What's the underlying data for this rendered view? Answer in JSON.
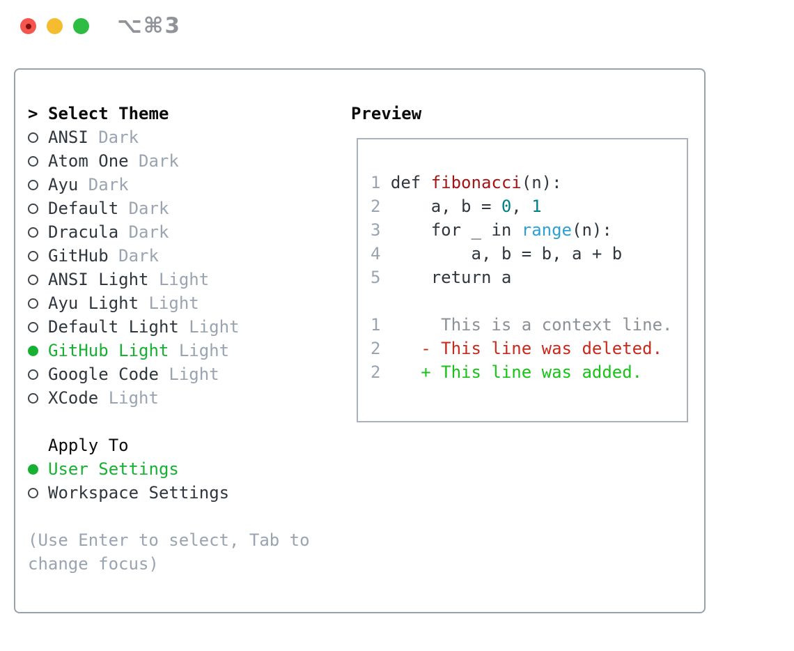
{
  "window": {
    "title": "⌥⌘3"
  },
  "theme_picker": {
    "header_prefix": ">",
    "header": "Select Theme",
    "items": [
      {
        "name": "ANSI",
        "variant": "Dark",
        "selected": false
      },
      {
        "name": "Atom One",
        "variant": "Dark",
        "selected": false
      },
      {
        "name": "Ayu",
        "variant": "Dark",
        "selected": false
      },
      {
        "name": "Default",
        "variant": "Dark",
        "selected": false
      },
      {
        "name": "Dracula",
        "variant": "Dark",
        "selected": false
      },
      {
        "name": "GitHub",
        "variant": "Dark",
        "selected": false
      },
      {
        "name": "ANSI Light",
        "variant": "Light",
        "selected": false
      },
      {
        "name": "Ayu Light",
        "variant": "Light",
        "selected": false
      },
      {
        "name": "Default Light",
        "variant": "Light",
        "selected": false
      },
      {
        "name": "GitHub Light",
        "variant": "Light",
        "selected": true
      },
      {
        "name": "Google Code",
        "variant": "Light",
        "selected": false
      },
      {
        "name": "XCode",
        "variant": "Light",
        "selected": false
      }
    ],
    "apply_to": {
      "header": "Apply To",
      "options": [
        {
          "label": "User Settings",
          "selected": true
        },
        {
          "label": "Workspace Settings",
          "selected": false
        }
      ]
    },
    "hint_lines": [
      "(Use Enter to select, Tab to",
      "change focus)"
    ]
  },
  "preview": {
    "header": "Preview",
    "code_lines": [
      {
        "num": "1",
        "segments": [
          {
            "t": " def ",
            "c": "code"
          },
          {
            "t": "fibonacci",
            "c": "func"
          },
          {
            "t": "(n):",
            "c": "code"
          }
        ]
      },
      {
        "num": "2",
        "segments": [
          {
            "t": "     a, b = ",
            "c": "code"
          },
          {
            "t": "0",
            "c": "numlit"
          },
          {
            "t": ", ",
            "c": "code"
          },
          {
            "t": "1",
            "c": "numlit"
          }
        ]
      },
      {
        "num": "3",
        "segments": [
          {
            "t": "     for _ in ",
            "c": "code"
          },
          {
            "t": "range",
            "c": "builtin"
          },
          {
            "t": "(n):",
            "c": "code"
          }
        ]
      },
      {
        "num": "4",
        "segments": [
          {
            "t": "         a, b = b, a + b",
            "c": "code"
          }
        ]
      },
      {
        "num": "5",
        "segments": [
          {
            "t": "     return a",
            "c": "code"
          }
        ]
      },
      {
        "num": "",
        "segments": [
          {
            "t": "",
            "c": "code"
          }
        ]
      },
      {
        "num": "1",
        "segments": [
          {
            "t": "      This is a context line.",
            "c": "context"
          }
        ]
      },
      {
        "num": "2",
        "segments": [
          {
            "t": "    - This line was deleted.",
            "c": "deleted"
          }
        ]
      },
      {
        "num": "2",
        "segments": [
          {
            "t": "    + This line was added.",
            "c": "added"
          }
        ]
      }
    ]
  },
  "colors": {
    "c_dark": "#2f363d",
    "c_gray": "#9aa4b1",
    "c_context": "#8b9197",
    "c_green": "#16b033",
    "c_added": "#17c317",
    "c_deleted": "#c9281c",
    "c_func": "#a31515",
    "c_numlit": "#008080",
    "c_builtin": "#2e9fd4",
    "c_panel_border": "#99a1ab",
    "c_preview_border": "#aab1bb",
    "c_tl_red": "#f5554d",
    "c_tl_yellow": "#f6bc2f",
    "c_tl_green": "#2dbd42"
  }
}
